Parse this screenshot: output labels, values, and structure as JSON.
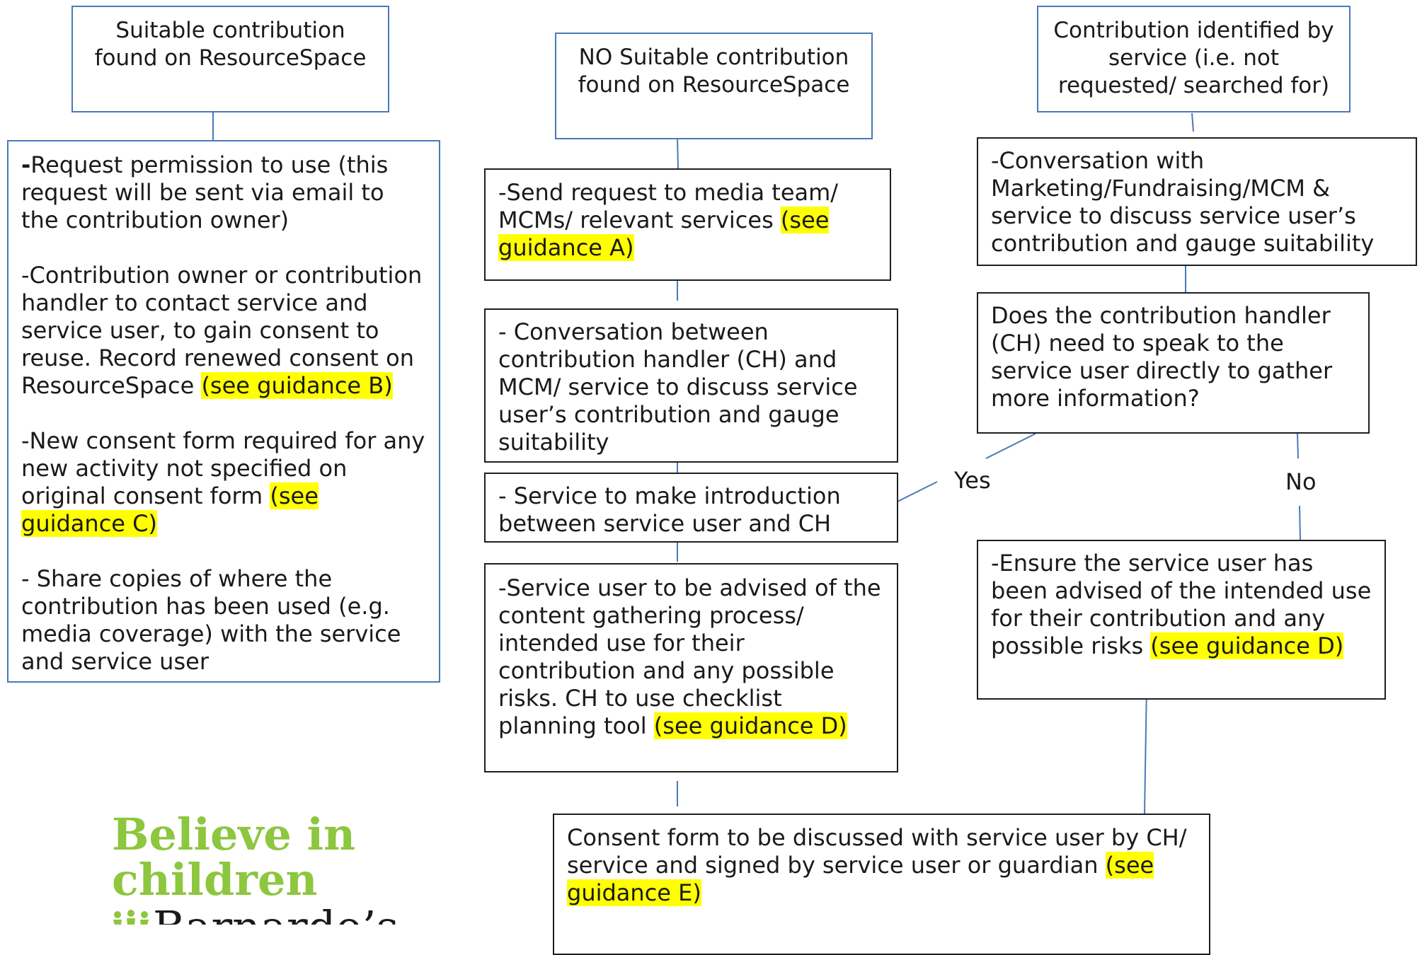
{
  "top_boxes": {
    "suitable": "Suitable contribution found on ResourceSpace",
    "no_suitable": "NO Suitable contribution found on ResourceSpace",
    "identified": "Contribution identified by service (i.e. not requested/ searched for)"
  },
  "left_box": {
    "p1_dash": "-",
    "p1": "Request permission to use (this request will be sent via email to the contribution owner)",
    "p2": "-Contribution owner or contribution handler to contact service and service user, to gain consent to reuse. Record renewed consent on ResourceSpace ",
    "p2_hl": "(see guidance B)",
    "p3": "-New consent form required for any new activity not specified on original consent form ",
    "p3_hl": "(see guidance C)",
    "p4": "- Share copies of where the contribution has been used (e.g. media coverage) with the service and service user"
  },
  "middle": {
    "send_request": "-Send request to media team/ MCMs/ relevant services ",
    "send_request_hl": "(see guidance A)",
    "conversation": "- Conversation between contribution handler (CH) and MCM/ service to discuss service user’s contribution and gauge suitability",
    "introduction": "- Service to make introduction between service user and CH",
    "advised": "-Service user to be advised of the content gathering process/ intended use for their contribution and any possible risks. CH to use checklist planning tool ",
    "advised_hl": "(see guidance D)",
    "consent": "Consent form to be discussed with service user by CH/ service and signed by service user or guardian ",
    "consent_hl": "(see guidance E)"
  },
  "right": {
    "conversation": "-Conversation with Marketing/Fundraising/MCM & service to discuss service user’s contribution and gauge suitability",
    "question": "Does the contribution handler (CH) need to speak to the service user directly to gather more information?",
    "ensure": "-Ensure the service user has been advised of the intended use for their contribution and any possible risks ",
    "ensure_hl": "(see guidance D)"
  },
  "labels": {
    "yes": "Yes",
    "no": "No"
  },
  "logo": {
    "line1": "Believe in",
    "line2": "children",
    "brand": "Barnardo’s"
  },
  "colors": {
    "box_blue": "#4a7ab8",
    "highlight": "#ffff00",
    "logo_green": "#8dc63f"
  }
}
